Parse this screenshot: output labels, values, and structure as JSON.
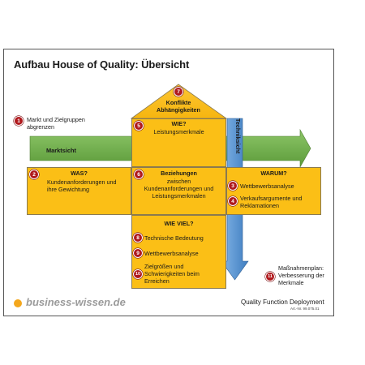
{
  "title": "Aufbau House of Quality: Übersicht",
  "roof": {
    "num": "7",
    "line1": "Konflikte",
    "line2": "Abhängigkeiten"
  },
  "arrow_markt": "Marktsicht",
  "arrow_technik": "Technik­sicht",
  "technik_label": "Techniksicht",
  "left_note": {
    "num": "1",
    "line1": "Markt und Zielgruppen",
    "line2": "abgrenzen"
  },
  "wie": {
    "num": "5",
    "title": "WIE?",
    "line1": "Leistungsmerkmale"
  },
  "was": {
    "num": "2",
    "title": "WAS?",
    "line1": "Kundenanforderungen und",
    "line2": "ihre Gewichtung"
  },
  "beziehungen": {
    "num": "6",
    "title": "Beziehungen",
    "line1": "zwischen",
    "line2": "Kundenanforderungen und",
    "line3": "Leistungsmerkmalen"
  },
  "warum": {
    "title": "WARUM?",
    "items": [
      {
        "num": "3",
        "line1": "Wettbewerbsanalyse",
        "line2": ""
      },
      {
        "num": "4",
        "line1": "Verkaufsargumente und",
        "line2": "Reklamationen"
      }
    ]
  },
  "wieviel": {
    "title": "WIE VIEL?",
    "items": [
      {
        "num": "8",
        "line1": "Technische Bedeutung",
        "line2": "",
        "line3": ""
      },
      {
        "num": "9",
        "line1": "Wettbewerbsanalyse",
        "line2": "",
        "line3": ""
      },
      {
        "num": "10",
        "line1": "Zielgrößen und",
        "line2": "Schwierigkeiten beim",
        "line3": "Erreichen"
      }
    ]
  },
  "right_note": {
    "num": "11",
    "line1": "Maßnahmenplan:",
    "line2": "Verbesserung der",
    "line3": "Merkmale"
  },
  "logo": "business-wissen.de",
  "footer_title": "Quality Function Deployment",
  "footer_art": "Art.-Nr. 99.075.01",
  "colors": {
    "box": "#fbbf16",
    "green_arrow": "#6aad45",
    "blue_arrow": "#4f8ecf",
    "badge": "#b0191d"
  }
}
